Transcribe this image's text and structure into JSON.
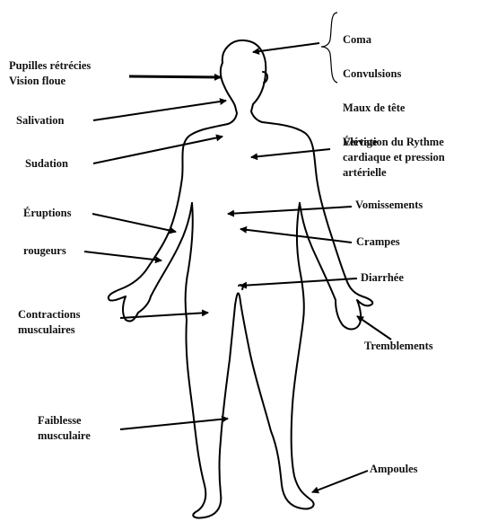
{
  "diagram": {
    "labels": {
      "head_group": [
        "Coma",
        "Convulsions",
        "Maux de tête",
        "Vertige"
      ],
      "pupils": "Pupilles rétrécies\nVision floue",
      "salivation": "Salivation",
      "sudation": "Sudation",
      "heart": "Élévation du Rythme\ncardiaque et pression\nartérielle",
      "eruptions": "Éruptions",
      "vomissements": "Vomissements",
      "crampes": "Crampes",
      "rougeurs": "rougeurs",
      "diarrhee": "Diarrhée",
      "contractions": "Contractions\nmusculaires",
      "tremblements": "Tremblements",
      "faiblesse": "Faiblesse\nmusculaire",
      "ampoules": "Ampoules"
    }
  }
}
